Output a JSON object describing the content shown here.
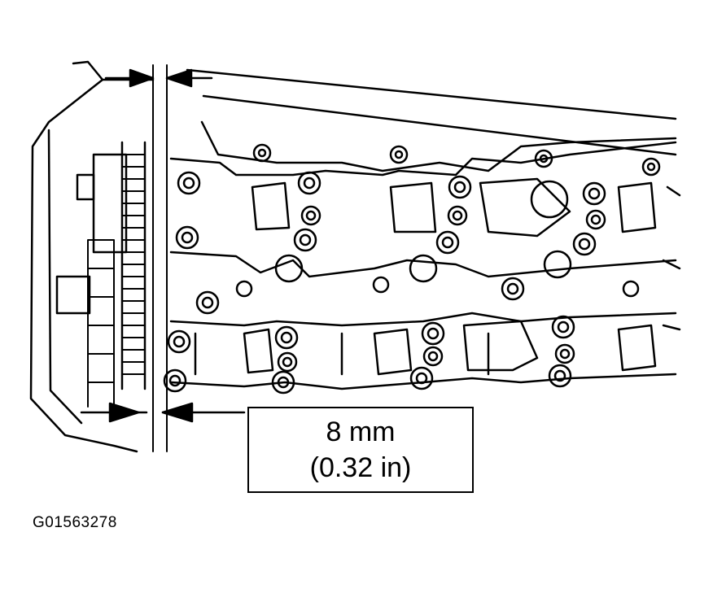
{
  "callout": {
    "dimension_metric": "8 mm",
    "dimension_imperial": "(0.32 in)"
  },
  "figure_id": "G01563278",
  "colors": {
    "ink": "#000000",
    "paper": "#ffffff"
  }
}
